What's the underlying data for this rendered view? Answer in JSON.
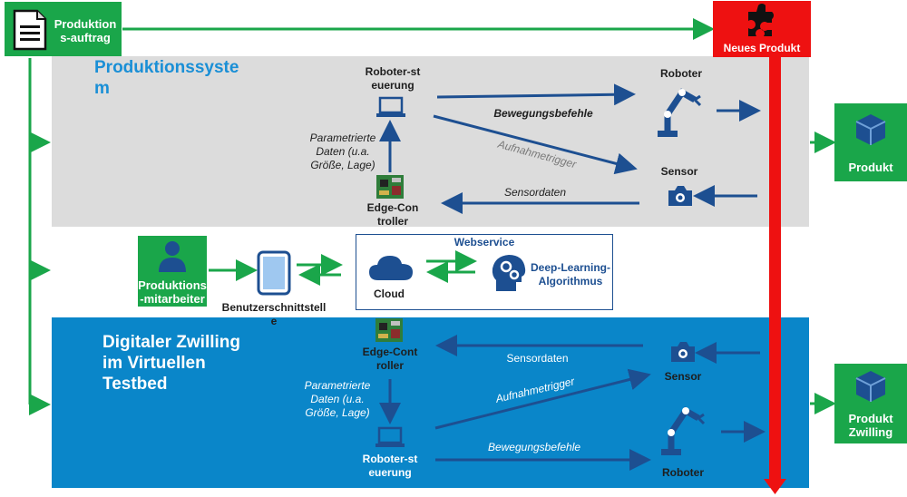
{
  "order_box": {
    "label": "Produktions-auftrag"
  },
  "new_product_box": {
    "label": "Neues Produkt"
  },
  "production_system": {
    "title": "Produktionssystem",
    "robot_control_label": "Roboter-steuerung",
    "robot_label": "Roboter",
    "sensor_label": "Sensor",
    "edge_controller_label": "Edge-Controller",
    "movement_commands_label": "Bewegungsbefehle",
    "recording_trigger_label": "Aufnahmetrigger",
    "sensor_data_label": "Sensordaten",
    "param_data_label": "Parametrierte Daten (u.a. Größe, Lage)"
  },
  "middle": {
    "worker_label": "Produktions-mitarbeiter",
    "ui_label": "Benutzerschnittstelle",
    "webservice_label": "Webservice",
    "cloud_label": "Cloud",
    "dl_label": "Deep-Learning-Algorithmus"
  },
  "digital_twin": {
    "title": "Digitaler Zwilling im Virtuellen Testbed",
    "edge_controller_label": "Edge-Controller",
    "sensor_data_label": "Sensordaten",
    "sensor_label": "Sensor",
    "recording_trigger_label": "Aufnahmetrigger",
    "param_data_label": "Parametrierte Daten (u.a. Größe, Lage)",
    "robot_control_label": "Roboter-steuerung",
    "movement_commands_label": "Bewegungsbefehle",
    "robot_label": "Roboter"
  },
  "outputs": {
    "product_label": "Produkt",
    "product_twin_label": "Produkt Zwilling"
  },
  "colors": {
    "green": "#1aa64a",
    "red": "#ee1111",
    "blue_zone": "#0a86c9",
    "gray_zone": "#dcdcdc",
    "arrow_blue": "#1d4f91"
  }
}
